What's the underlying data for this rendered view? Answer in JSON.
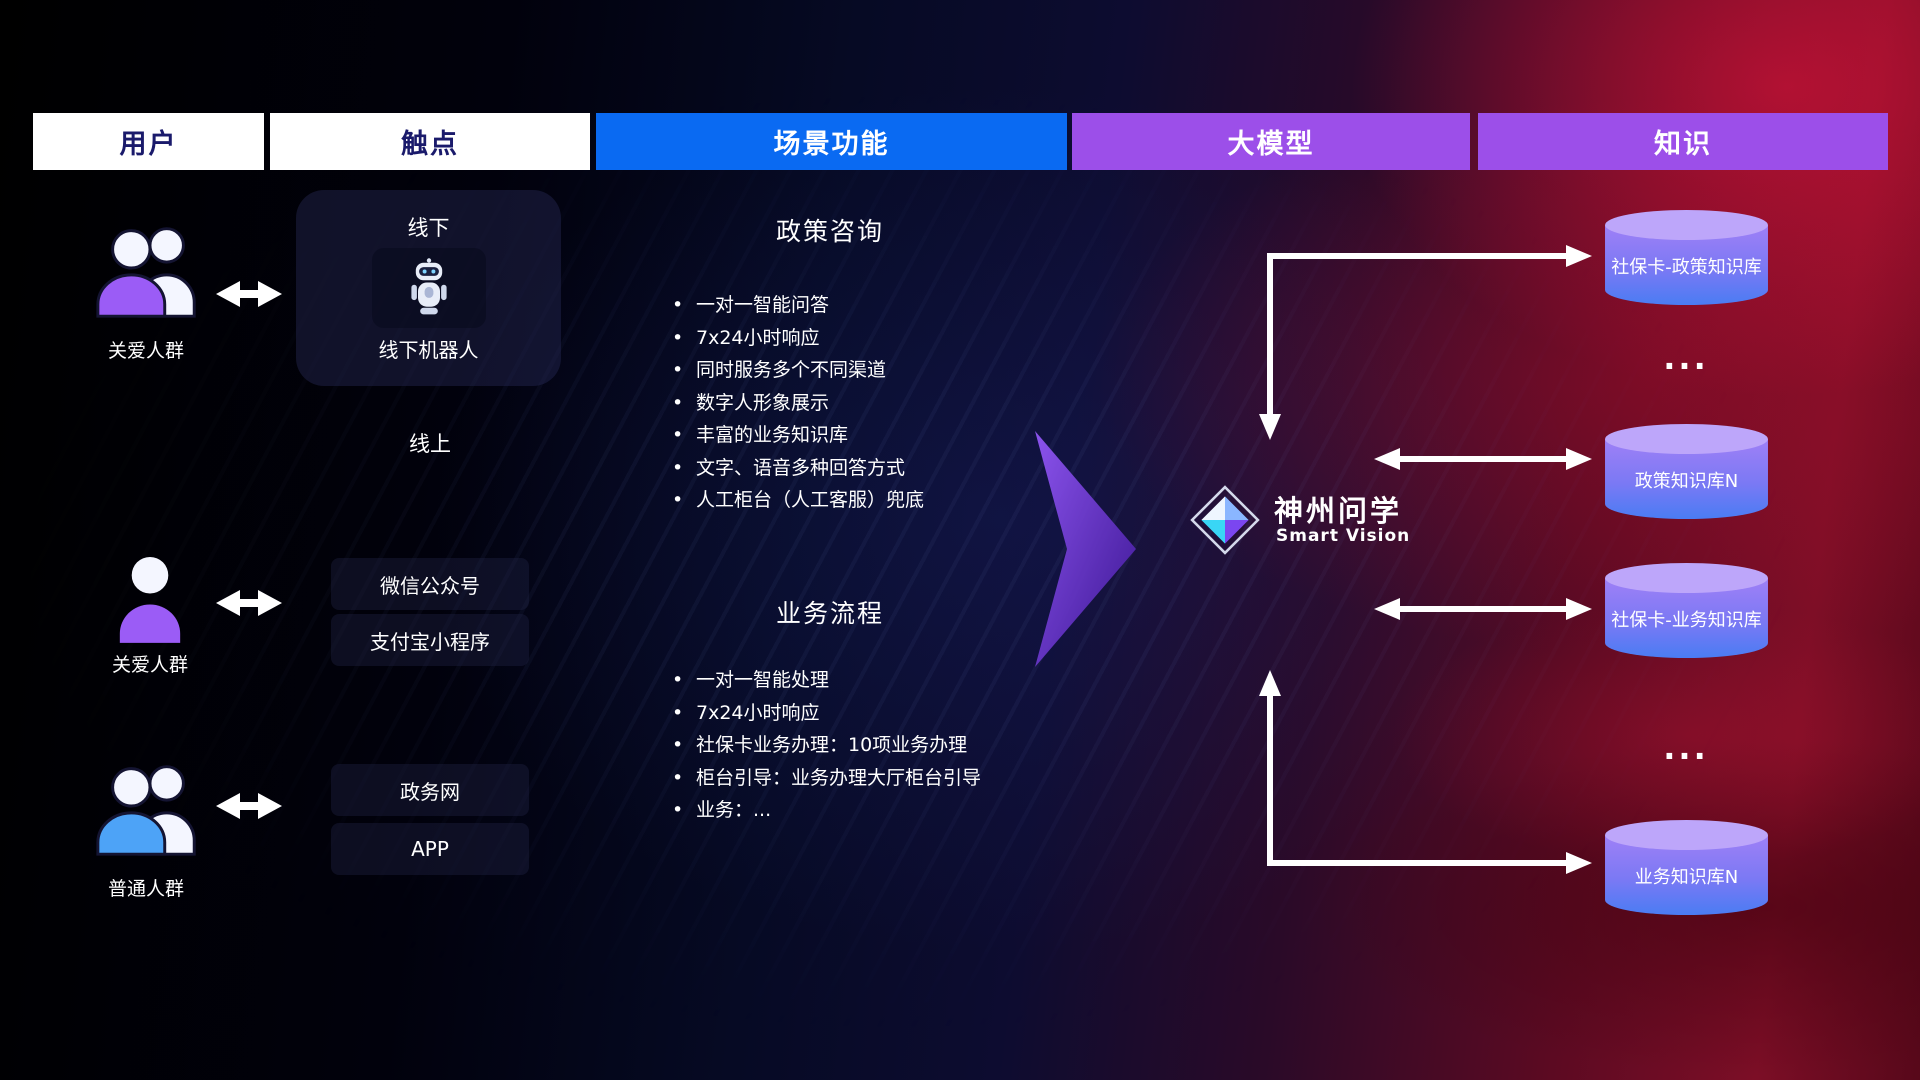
{
  "header": {
    "col_user": "用户",
    "col_touchpoint": "触点",
    "col_scenario": "场景功能",
    "col_model": "大模型",
    "col_knowledge": "知识"
  },
  "users": {
    "group1": {
      "label": "关爱人群"
    },
    "group2": {
      "label": "关爱人群"
    },
    "group3": {
      "label": "普通人群"
    }
  },
  "touchpoints": {
    "offline_title": "线下",
    "offline_robot": "线下机器人",
    "online_title": "线上",
    "wechat": "微信公众号",
    "alipay": "支付宝小程序",
    "gov_web": "政务网",
    "app": "APP"
  },
  "scenario_policy": {
    "title": "政策咨询",
    "items": [
      "一对一智能问答",
      "7x24小时响应",
      "同时服务多个不同渠道",
      "数字人形象展示",
      "丰富的业务知识库",
      "文字、语音多种回答方式",
      "人工柜台（人工客服）兜底"
    ]
  },
  "scenario_business": {
    "title": "业务流程",
    "items": [
      "一对一智能处理",
      "7x24小时响应",
      "社保卡业务办理：10项业务办理",
      "柜台引导：业务办理大厅柜台引导",
      "业务：..."
    ]
  },
  "model": {
    "name": "神州问学",
    "subtitle": "Smart Vision"
  },
  "knowledge": {
    "db1": "社保卡-政策知识库",
    "ellipsis1": "...",
    "db2": "政策知识库N",
    "db3": "社保卡-业务知识库",
    "ellipsis2": "...",
    "db4": "业务知识库N"
  },
  "icons": {
    "users_group_purple": "group-people-icon",
    "user_single": "person-icon",
    "users_group_blue": "group-people-icon",
    "robot": "robot-icon",
    "logo": "diamond-gem-icon",
    "database": "database-cylinder-icon",
    "flow": "big-right-arrow-icon"
  },
  "colors": {
    "header_blue": "#0a6af2",
    "header_purple": "#9c4fe9",
    "header_white_text": "#1a1a6b",
    "cylinder_top": "#bda6fa",
    "cylinder_body_top": "#9f80f6",
    "cylinder_body_bottom": "#4a7cf3",
    "big_arrow_purple": "#6d2de8",
    "connector_white": "#ffffff",
    "person_purple": "#9b5cf6",
    "person_blue": "#4da3f7",
    "bg_red": "#7c0e26",
    "bg_navy": "#0d0c30"
  }
}
